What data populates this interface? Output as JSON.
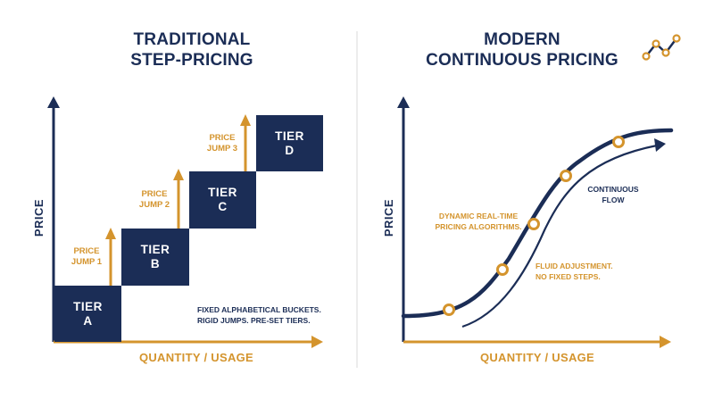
{
  "colors": {
    "navy": "#1b2d56",
    "gold": "#d4942d",
    "divider": "#d8d8d8"
  },
  "left_panel": {
    "title_line1": "TRADITIONAL",
    "title_line2": "STEP-PRICING",
    "y_axis_label": "PRICE",
    "x_axis_label": "QUANTITY / USAGE",
    "tiers": [
      {
        "line1": "TIER",
        "line2": "A"
      },
      {
        "line1": "TIER",
        "line2": "B"
      },
      {
        "line1": "TIER",
        "line2": "C"
      },
      {
        "line1": "TIER",
        "line2": "D"
      }
    ],
    "jumps": [
      {
        "line1": "PRICE",
        "line2": "JUMP 1"
      },
      {
        "line1": "PRICE",
        "line2": "JUMP 2"
      },
      {
        "line1": "PRICE",
        "line2": "JUMP 3"
      }
    ],
    "note_line1": "FIXED ALPHABETICAL BUCKETS.",
    "note_line2": "RIGID JUMPS. PRE-SET TIERS."
  },
  "right_panel": {
    "title_line1": "MODERN",
    "title_line2": "CONTINUOUS PRICING",
    "trend_icon": "trend-line-icon",
    "y_axis_label": "PRICE",
    "x_axis_label": "QUANTITY / USAGE",
    "flow_line1": "CONTINUOUS",
    "flow_line2": "FLOW",
    "algo_line1": "DYNAMIC REAL-TIME",
    "algo_line2": "PRICING ALGORITHMS.",
    "fluid_line1": "FLUID ADJUSTMENT.",
    "fluid_line2": "NO FIXED STEPS."
  }
}
